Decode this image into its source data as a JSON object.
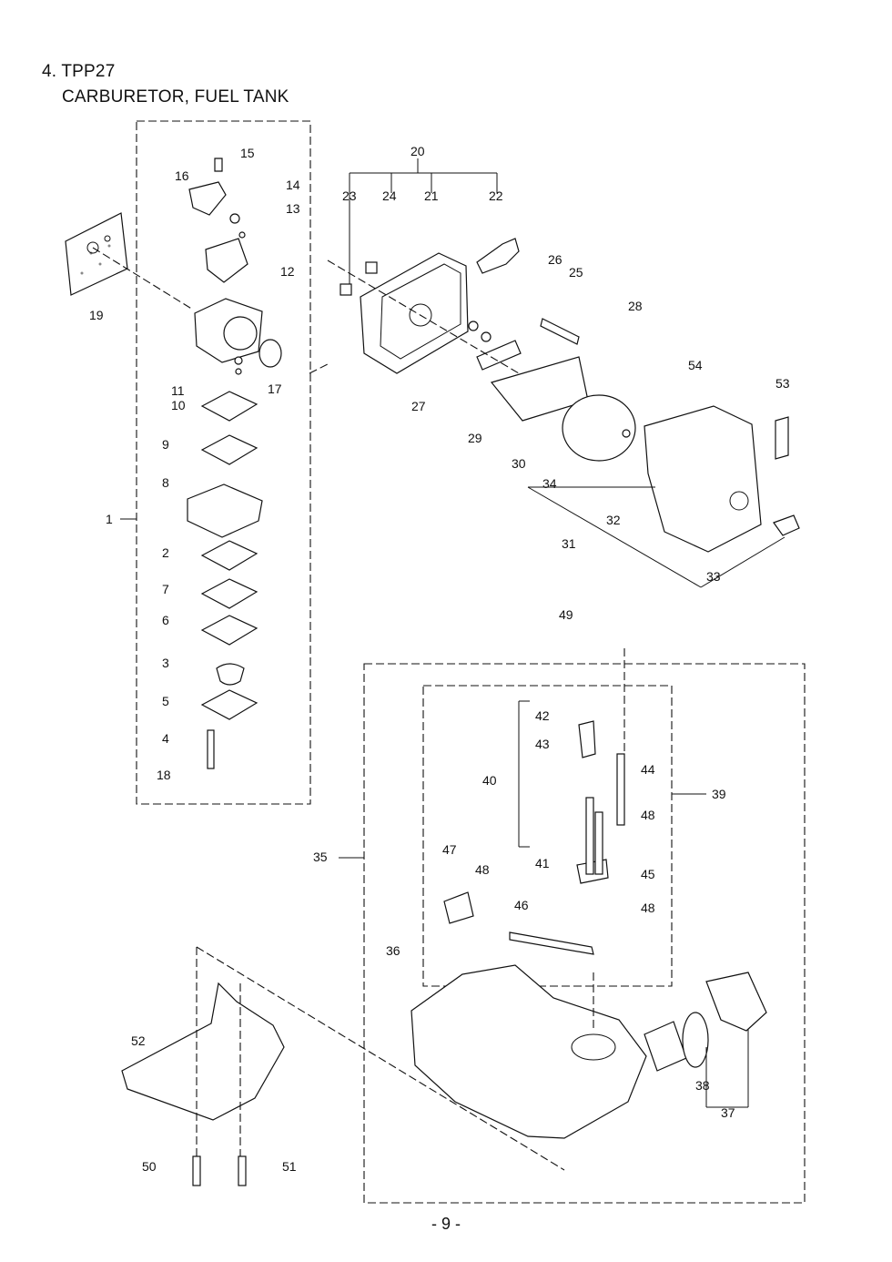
{
  "header": {
    "section": "4. TPP27",
    "title": "CARBURETOR, FUEL TANK"
  },
  "callouts": [
    "1",
    "2",
    "3",
    "4",
    "5",
    "6",
    "7",
    "8",
    "9",
    "10",
    "11",
    "12",
    "13",
    "14",
    "15",
    "16",
    "17",
    "18",
    "19",
    "20",
    "21",
    "22",
    "23",
    "24",
    "25",
    "26",
    "27",
    "28",
    "29",
    "30",
    "31",
    "32",
    "33",
    "34",
    "35",
    "36",
    "37",
    "38",
    "39",
    "40",
    "41",
    "42",
    "43",
    "44",
    "45",
    "46",
    "47",
    "48",
    "48",
    "48",
    "49",
    "50",
    "51",
    "52",
    "53",
    "54"
  ],
  "footer": {
    "page": "- 9 -"
  }
}
